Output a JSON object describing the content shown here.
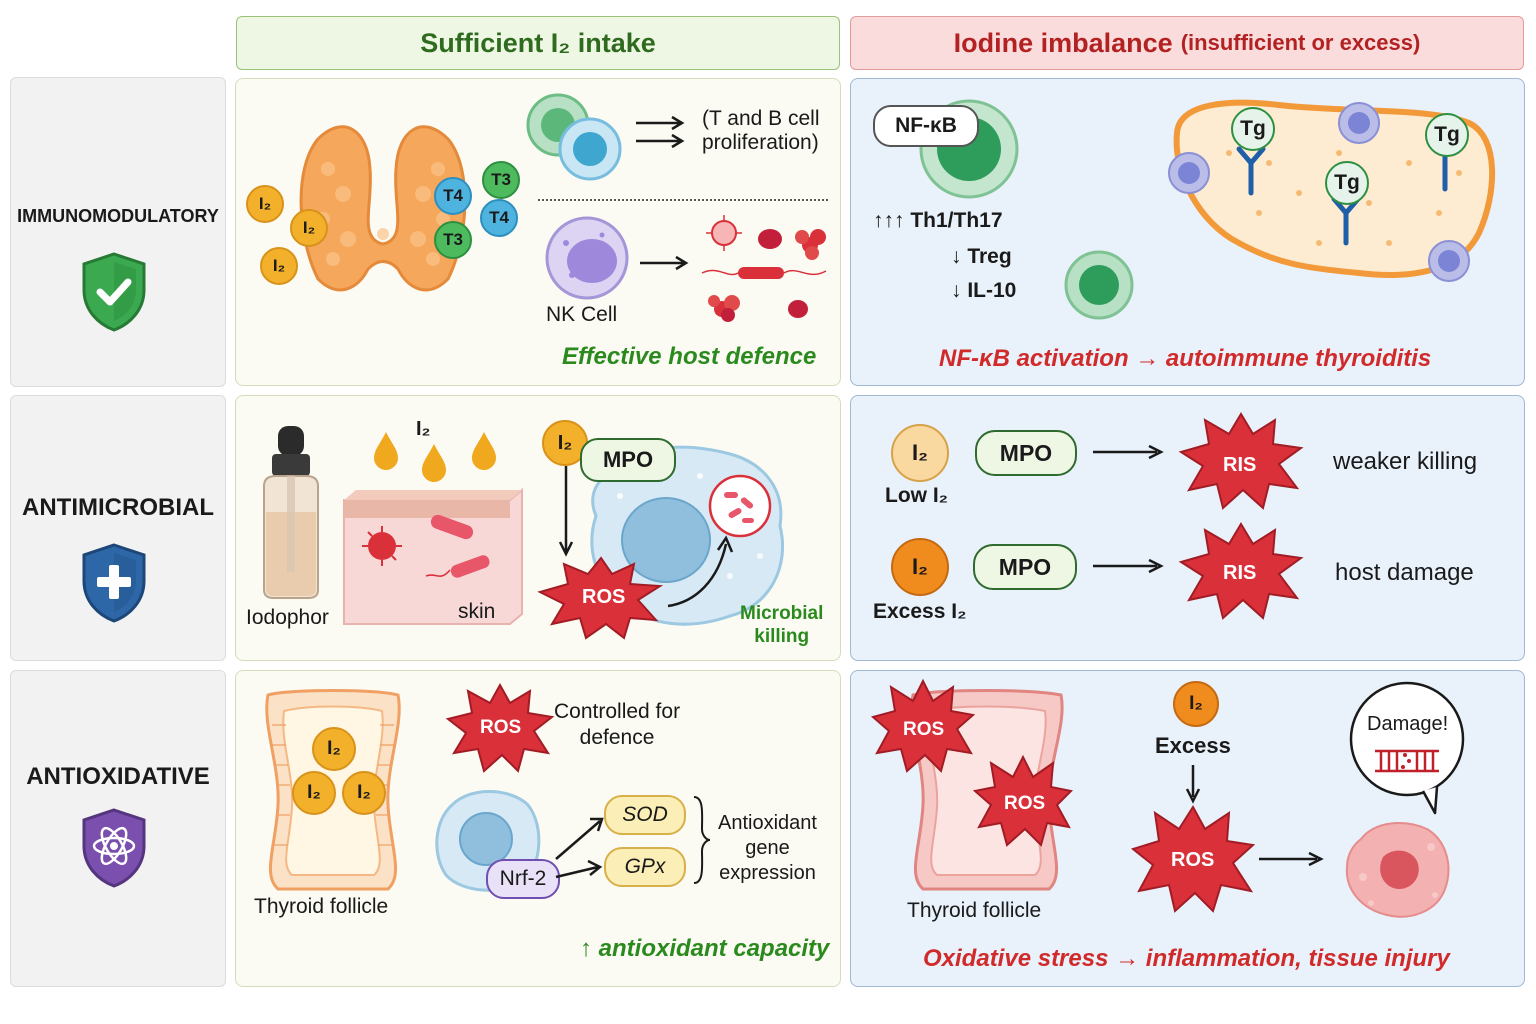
{
  "headers": {
    "sufficient": "Sufficient I₂ intake",
    "imbalance_main": "Iodine imbalance",
    "imbalance_sub": "(insufficient or excess)"
  },
  "rows": {
    "immuno": "IMMUNOMODULATORY",
    "antimicro": "ANTIMICROBIAL",
    "antiox": "ANTIOXIDATIVE"
  },
  "immuno_left": {
    "i2": "I₂",
    "t4": "T4",
    "t3": "T3",
    "proliferation": "(T and B cell\nproliferation)",
    "nk_cell": "NK Cell",
    "caption": "Effective host defence"
  },
  "immuno_right": {
    "nfkb": "NF-κB",
    "th": "↑↑↑ Th1/Th17",
    "treg": "↓ Treg",
    "il10": "↓ IL-10",
    "tg": "Tg",
    "caption": "NF-κB activation → autoimmune thyroiditis"
  },
  "antimicro_left": {
    "i2": "I₂",
    "iodophor": "Iodophor",
    "skin": "skin",
    "mpo": "MPO",
    "ros": "ROS",
    "killing": "Microbial\nkilling"
  },
  "antimicro_right": {
    "i2": "I₂",
    "low_label": "Low I₂",
    "excess_label": "Excess I₂",
    "mpo": "MPO",
    "ris": "RIS",
    "weaker": "weaker killing",
    "damage": "host damage"
  },
  "antiox_left": {
    "i2": "I₂",
    "follicle": "Thyroid follicle",
    "ros": "ROS",
    "controlled": "Controlled for\ndefence",
    "nrf2": "Nrf-2",
    "sod": "SOD",
    "gpx": "GPx",
    "gene_expr": "Antioxidant\ngene\nexpression",
    "caption": "↑ antioxidant capacity"
  },
  "antiox_right": {
    "ros": "ROS",
    "i2": "I₂",
    "excess": "Excess",
    "damage": "Damage!",
    "follicle": "Thyroid follicle",
    "caption": "Oxidative stress → inflammation, tissue injury"
  },
  "colors": {
    "green_header": "#2e6b1f",
    "red_header": "#b32222",
    "iodine": "#f3b12b",
    "ros": "#d9303a",
    "caption_green": "#2b8a1e",
    "caption_red": "#d12a2a"
  },
  "icons": [
    "shield-check-icon",
    "shield-plus-icon",
    "shield-atom-icon"
  ]
}
